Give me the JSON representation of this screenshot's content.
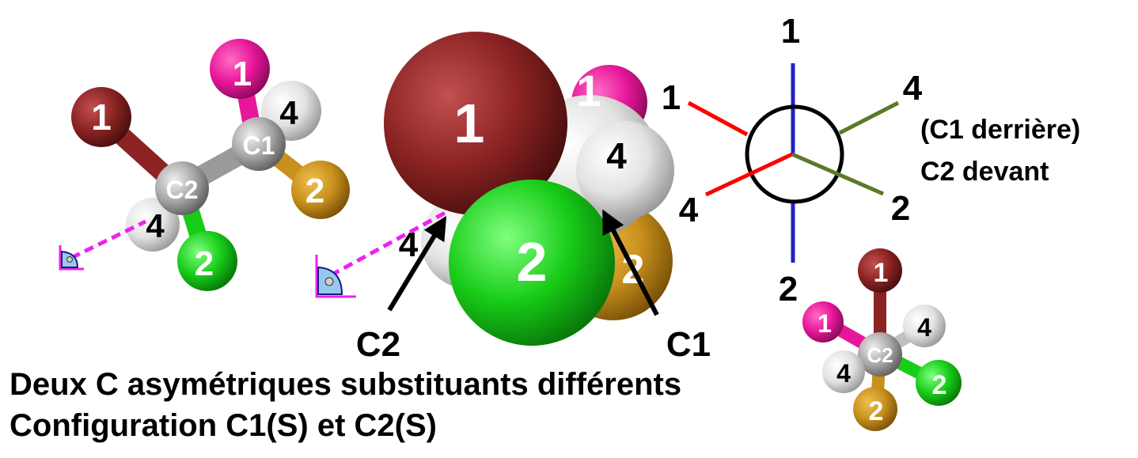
{
  "colors": {
    "brown": "#8b2323",
    "magenta": "#e8169a",
    "white_atom": "#e0e0e0",
    "gold": "#c8901c",
    "green": "#18cc18",
    "carbon": "#a8a8a8",
    "bond_red": "#ff0000",
    "bond_blue": "#2020c8",
    "bond_olive": "#5a7a28",
    "eye_purple": "#ee22ee",
    "eye_blue": "#98c8f0"
  },
  "ball_stick": {
    "atom_labels": {
      "brown": "1",
      "magenta": "1",
      "white_top": "4",
      "gold": "2",
      "white_bottom": "4",
      "green": "2",
      "carbon_c1": "C1",
      "carbon_c2": "C2"
    },
    "eye_icon": "eye-icon"
  },
  "space_fill": {
    "atom_labels": {
      "brown": "1",
      "magenta": "1",
      "white": "4",
      "gold": "2",
      "white_hidden": "4",
      "green": "2"
    },
    "arrow_labels": {
      "left": "C2",
      "right": "C1"
    },
    "eye_icon": "eye-icon"
  },
  "newman": {
    "labels": {
      "top": "1",
      "upper_left": "1",
      "upper_right": "4",
      "lower_left": "4",
      "lower_right": "2",
      "bottom": "2"
    },
    "note_line1": "(C1 derrière)",
    "note_line2": "C2 devant"
  },
  "small_model": {
    "atom_labels": {
      "brown": "1",
      "magenta": "1",
      "white_right": "4",
      "white_left": "4",
      "green": "2",
      "gold": "2",
      "carbon": "C2"
    }
  },
  "caption": {
    "line1": "Deux C asymétriques substituants différents",
    "line2": "Configuration C1(S) et C2(S)"
  }
}
